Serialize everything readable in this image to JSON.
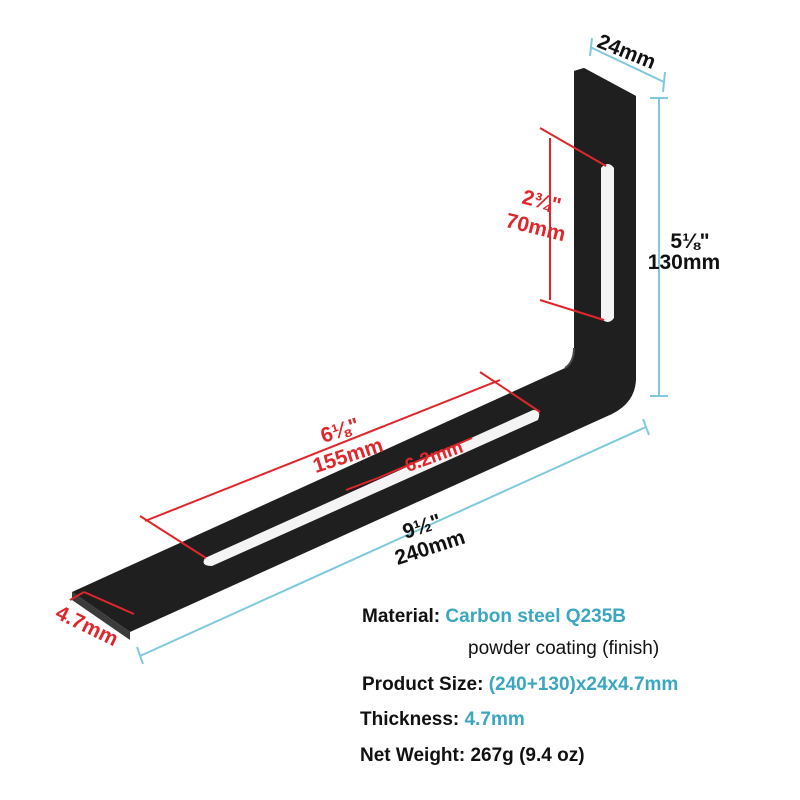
{
  "colors": {
    "bracket": "#1f1f1f",
    "bracket_edge": "#3b3b3b",
    "slot": "#f4f4f4",
    "teal": "#7fc9dc",
    "red": "#e0262b",
    "accent_text": "#3aa6c0",
    "text": "#111111"
  },
  "dimensions": {
    "width_top": "24mm",
    "height_imperial": "5⅛\"",
    "height_metric": "130mm",
    "slot_vertical_imperial": "2¾\"",
    "slot_vertical_metric": "70mm",
    "slot_horizontal_imperial": "6⅛\"",
    "slot_horizontal_metric": "155mm",
    "slot_width": "6.2mm",
    "length_imperial": "9½\"",
    "length_metric": "240mm",
    "thickness": "4.7mm"
  },
  "specs": {
    "material_label": "Material:",
    "material_value": "Carbon steel Q235B",
    "material_finish": "powder coating (finish)",
    "size_label": "Product Size:",
    "size_value": "(240+130)x24x4.7mm",
    "thickness_label": "Thickness:",
    "thickness_value": "4.7mm",
    "weight_label": "Net Weight:",
    "weight_value": "267g (9.4 oz)"
  }
}
